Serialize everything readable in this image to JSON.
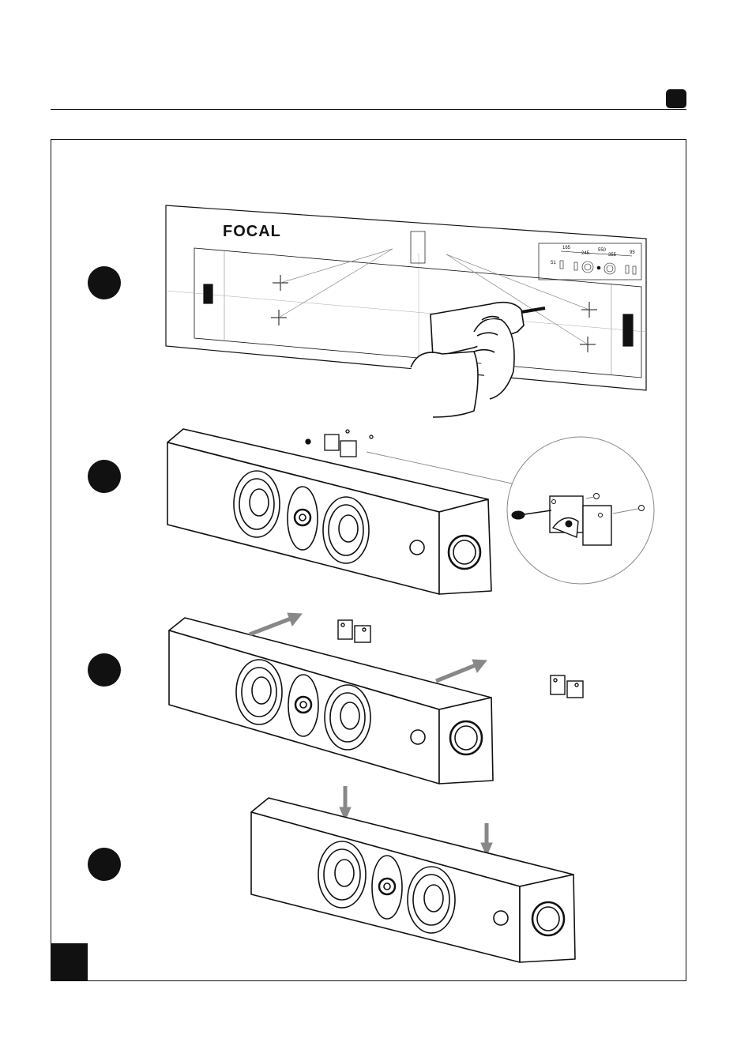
{
  "logo": {
    "brand": "FOCAL"
  },
  "template_dims": {
    "d1": "165",
    "d2": "245",
    "d3": "550",
    "d4": "355",
    "d5": "95",
    "d6": "51"
  },
  "colors": {
    "ink": "#111111",
    "grey": "#888888"
  },
  "icons": [
    "step-1-marker",
    "step-2-marker",
    "step-3-marker",
    "step-4-marker",
    "page-number-badge"
  ]
}
